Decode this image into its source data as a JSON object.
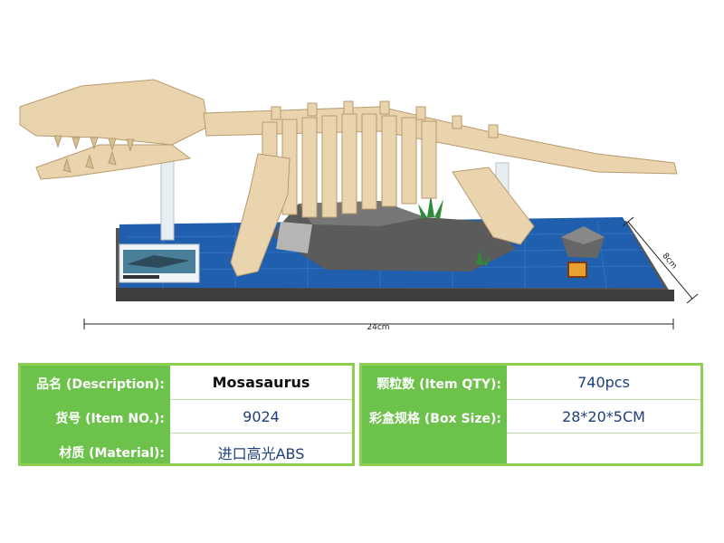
{
  "dimensions": {
    "length": "24cm",
    "width": "8cm"
  },
  "colors": {
    "label_green": "#6cc24a",
    "border_green": "#8ccf52",
    "value_blue": "#1e3f78",
    "bone": "#e9d4ad",
    "water": "#1f5fae"
  },
  "spec": {
    "left": [
      {
        "label": "品名 (Description):",
        "value": "Mosasaurus"
      },
      {
        "label": "货号 (Item NO.):",
        "value": "9024"
      },
      {
        "label": "材质 (Material):",
        "value": "进口高光ABS"
      }
    ],
    "right": [
      {
        "label": "颗粒数 (Item QTY):",
        "value": "740pcs"
      },
      {
        "label": "彩盒规格 (Box Size):",
        "value": "28*20*5CM"
      }
    ]
  }
}
